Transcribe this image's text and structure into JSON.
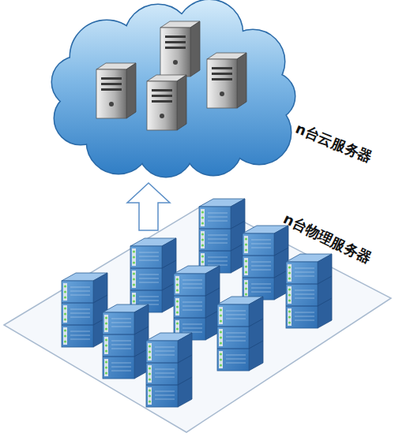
{
  "diagram": {
    "nodes": [
      {
        "text": [
          "n台云服务器"
        ]
      },
      {
        "text": [
          "n台物理服务器"
        ]
      }
    ],
    "edges": [
      {
        "from": 1,
        "to": 0,
        "arrow": "to"
      }
    ]
  }
}
